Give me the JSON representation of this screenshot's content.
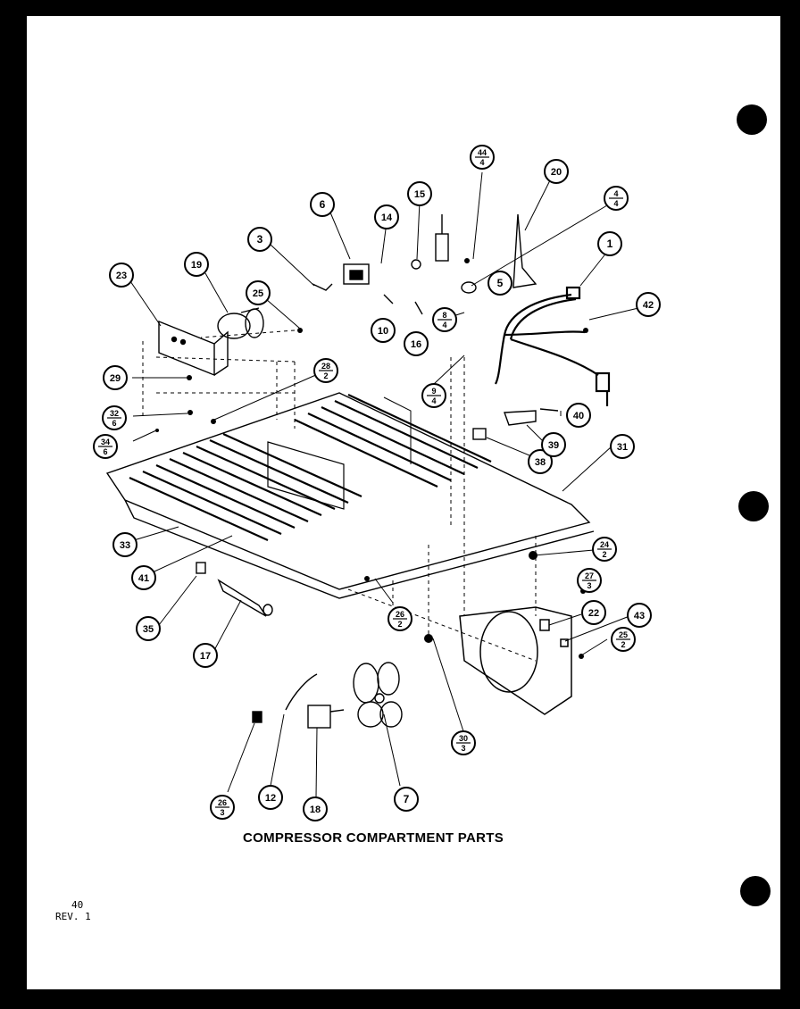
{
  "caption": "COMPRESSOR COMPARTMENT PARTS",
  "page_number": "40",
  "revision": "REV. 1",
  "callouts": [
    {
      "id": "c1",
      "label": "1"
    },
    {
      "id": "c3",
      "label": "3"
    },
    {
      "id": "c4-4",
      "label": "4",
      "sub": "4"
    },
    {
      "id": "c5",
      "label": "5"
    },
    {
      "id": "c6",
      "label": "6"
    },
    {
      "id": "c7",
      "label": "7"
    },
    {
      "id": "c8-4",
      "label": "8",
      "sub": "4"
    },
    {
      "id": "c9-4",
      "label": "9",
      "sub": "4"
    },
    {
      "id": "c10",
      "label": "10"
    },
    {
      "id": "c12",
      "label": "12"
    },
    {
      "id": "c14",
      "label": "14"
    },
    {
      "id": "c15",
      "label": "15"
    },
    {
      "id": "c16",
      "label": "16"
    },
    {
      "id": "c17",
      "label": "17"
    },
    {
      "id": "c18",
      "label": "18"
    },
    {
      "id": "c19",
      "label": "19"
    },
    {
      "id": "c20",
      "label": "20"
    },
    {
      "id": "c22",
      "label": "22"
    },
    {
      "id": "c23",
      "label": "23"
    },
    {
      "id": "c24-2",
      "label": "24",
      "sub": "2"
    },
    {
      "id": "c25",
      "label": "25"
    },
    {
      "id": "c25-2",
      "label": "25",
      "sub": "2"
    },
    {
      "id": "c26-2",
      "label": "26",
      "sub": "2"
    },
    {
      "id": "c26-3",
      "label": "26",
      "sub": "3"
    },
    {
      "id": "c27-3",
      "label": "27",
      "sub": "3"
    },
    {
      "id": "c28-2",
      "label": "28",
      "sub": "2"
    },
    {
      "id": "c29",
      "label": "29"
    },
    {
      "id": "c30-3",
      "label": "30",
      "sub": "3"
    },
    {
      "id": "c31",
      "label": "31"
    },
    {
      "id": "c32-6",
      "label": "32",
      "sub": "6"
    },
    {
      "id": "c33",
      "label": "33"
    },
    {
      "id": "c34-6",
      "label": "34",
      "sub": "6"
    },
    {
      "id": "c35",
      "label": "35"
    },
    {
      "id": "c38",
      "label": "38"
    },
    {
      "id": "c39",
      "label": "39"
    },
    {
      "id": "c40",
      "label": "40"
    },
    {
      "id": "c41",
      "label": "41"
    },
    {
      "id": "c42",
      "label": "42"
    },
    {
      "id": "c43",
      "label": "43"
    },
    {
      "id": "c44-4",
      "label": "44",
      "sub": "4"
    }
  ]
}
